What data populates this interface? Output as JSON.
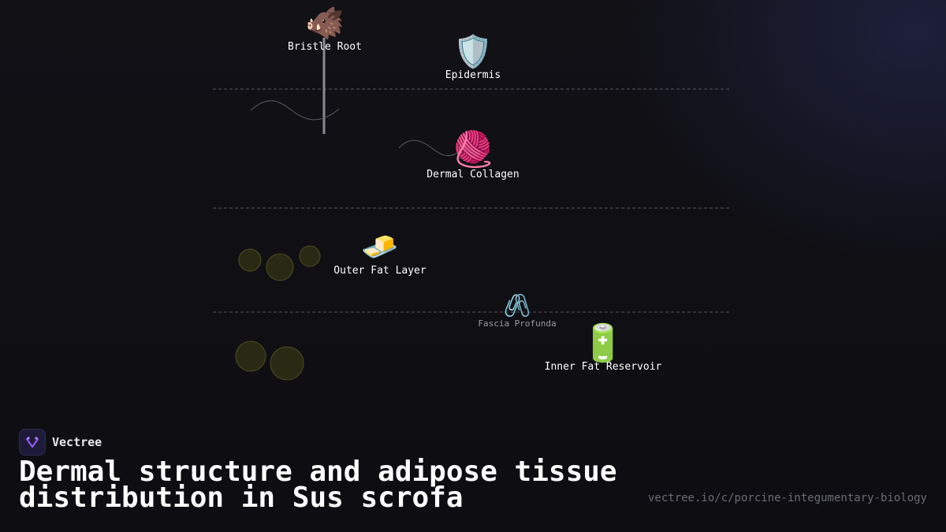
{
  "nodes": {
    "bristle_root": {
      "label": "Bristle Root",
      "icon": "boar-icon",
      "emoji": "🐗"
    },
    "epidermis": {
      "label": "Epidermis",
      "icon": "shield-icon",
      "emoji": "🛡️"
    },
    "dermal_collagen": {
      "label": "Dermal Collagen",
      "icon": "yarn-icon",
      "emoji": "🧶"
    },
    "outer_fat": {
      "label": "Outer Fat Layer",
      "icon": "butter-icon",
      "emoji": "🧈"
    },
    "fascia": {
      "label": "Fascia Profunda",
      "icon": "paperclips-icon",
      "emoji": "🖇️"
    },
    "inner_fat": {
      "label": "Inner Fat Reservoir",
      "icon": "battery-icon",
      "emoji": "🔋"
    }
  },
  "brand": {
    "name": "Vectree",
    "icon": "vectree-logo-icon"
  },
  "title": "Dermal structure and adipose tissue distribution in Sus scrofa",
  "url": "vectree.io/c/porcine-integumentary-biology",
  "colors": {
    "background": "#0f0f13",
    "divider": "#55555f",
    "fat_cell_fill": "#2a2a14",
    "fat_cell_stroke": "#4d4d22",
    "accent": "#9b5cf6"
  }
}
